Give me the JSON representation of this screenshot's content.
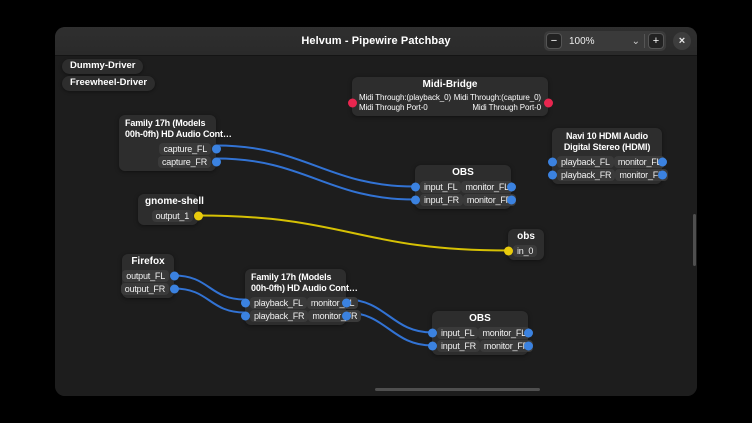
{
  "window": {
    "title": "Helvum - Pipewire Patchbay"
  },
  "toolbar": {
    "zoom_out": "−",
    "zoom_level": "100%",
    "dropdown_chevron": "⌄",
    "zoom_in": "+",
    "close": "×"
  },
  "colors": {
    "audio_port": "#3b82e0",
    "midi_port": "#e8264f",
    "video_port": "#e9cb0d",
    "audio_curve": "#3273d4",
    "video_curve": "#d6c104",
    "node_bg": "#2d2d2d",
    "canvas_bg": "#1d1d1d"
  },
  "nodes": {
    "dummy_driver": {
      "title": "Dummy-Driver"
    },
    "freewheel_driver": {
      "title": "Freewheel-Driver"
    },
    "midi_bridge": {
      "title": "Midi-Bridge",
      "input": {
        "name": "Midi Through:(playback_0)",
        "channel": "Midi Through Port-0"
      },
      "output": {
        "name": "Midi Through:(capture_0)",
        "channel": "Midi Through Port-0"
      }
    },
    "family_capture": {
      "title_lines": [
        "Family 17h (Models",
        "00h-0fh) HD Audio Cont…"
      ],
      "out_ports": [
        "capture_FL",
        "capture_FR"
      ]
    },
    "navi_hdmi": {
      "title_lines": [
        "Navi 10 HDMI Audio",
        "Digital Stereo (HDMI)"
      ],
      "in_ports": [
        "playback_FL",
        "playback_FR"
      ],
      "out_ports": [
        "monitor_FL",
        "monitor_FR"
      ]
    },
    "obs_top": {
      "title": "OBS",
      "in_ports": [
        "input_FL",
        "input_FR"
      ],
      "out_ports": [
        "monitor_FL",
        "monitor_FR"
      ]
    },
    "gnome_shell": {
      "title": "gnome-shell",
      "out_ports": [
        "output_1"
      ]
    },
    "obs_video": {
      "title": "obs",
      "in_ports": [
        "in_0"
      ]
    },
    "firefox": {
      "title": "Firefox",
      "out_ports": [
        "output_FL",
        "output_FR"
      ]
    },
    "family_playback": {
      "title_lines": [
        "Family 17h (Models",
        "00h-0fh) HD Audio Cont…"
      ],
      "in_ports": [
        "playback_FL",
        "playback_FR"
      ],
      "out_ports": [
        "monitor_FL",
        "monitor_FR"
      ]
    },
    "obs_bottom": {
      "title": "OBS",
      "in_ports": [
        "input_FL",
        "input_FR"
      ],
      "out_ports": [
        "monitor_FL",
        "monitor_FR"
      ]
    }
  },
  "connections": [
    {
      "from": "Family 17h capture_FL",
      "to": "OBS input_FL",
      "type": "audio"
    },
    {
      "from": "Family 17h capture_FR",
      "to": "OBS input_FR",
      "type": "audio"
    },
    {
      "from": "gnome-shell output_1",
      "to": "obs in_0",
      "type": "video"
    },
    {
      "from": "Firefox output_FL",
      "to": "Family 17h playback_FL",
      "type": "audio"
    },
    {
      "from": "Firefox output_FR",
      "to": "Family 17h playback_FR",
      "type": "audio"
    },
    {
      "from": "Family 17h monitor_FL",
      "to": "OBS input_FL",
      "type": "audio"
    },
    {
      "from": "Family 17h monitor_FR",
      "to": "OBS input_FR",
      "type": "audio"
    }
  ]
}
